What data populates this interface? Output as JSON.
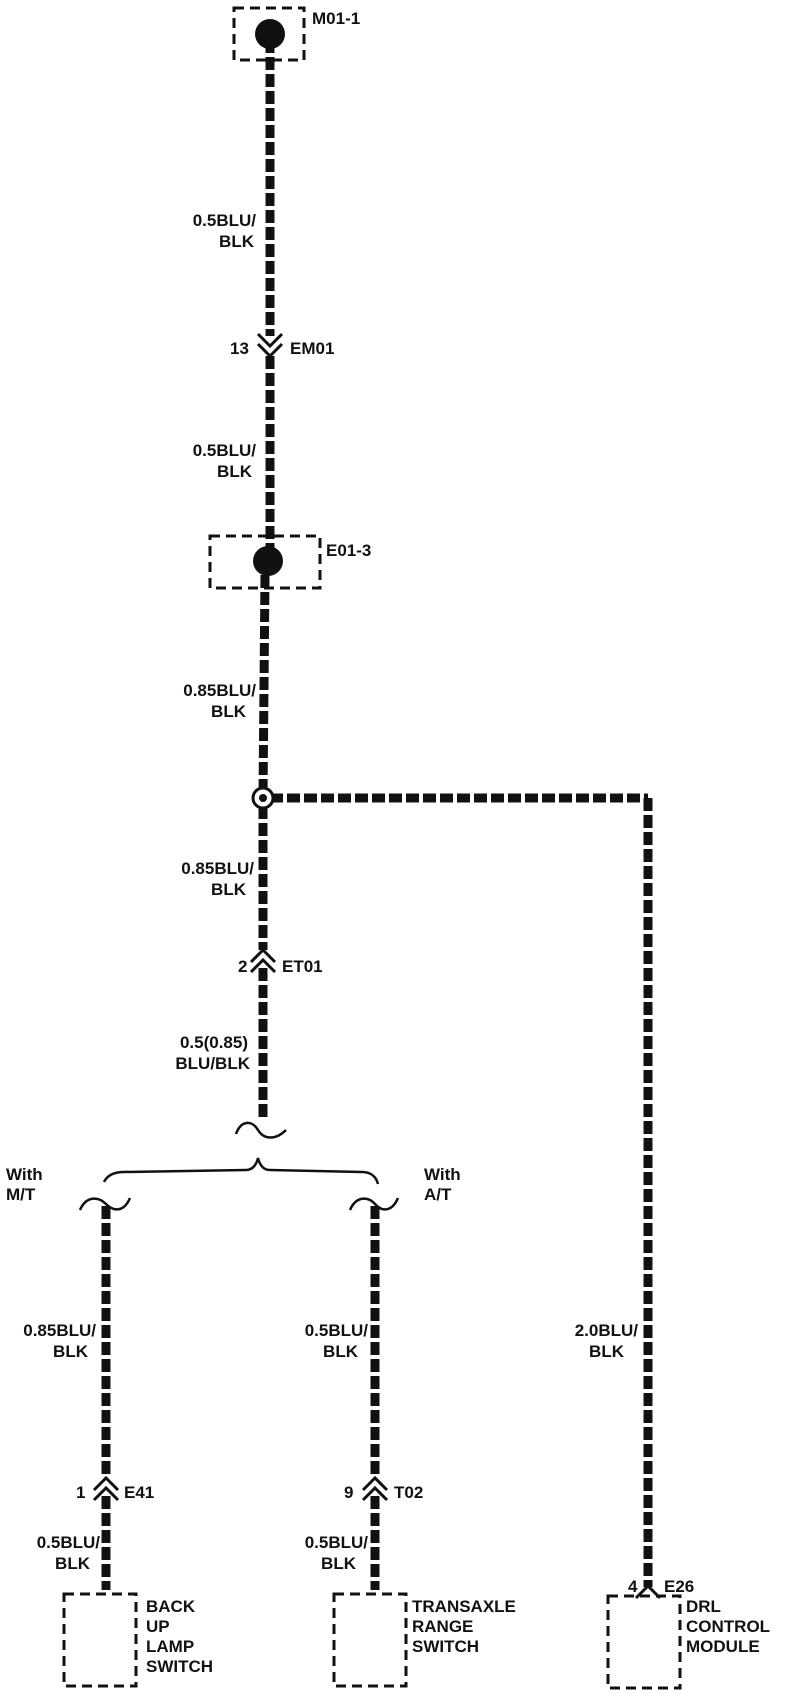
{
  "colors": {
    "ink": "#111111",
    "background": "#ffffff"
  },
  "labels": {
    "m01_1": "M01-1",
    "em01": "EM01",
    "em01_pin": "13",
    "e01_3": "E01-3",
    "et01": "ET01",
    "et01_pin": "2",
    "e41": "E41",
    "e41_pin": "1",
    "t02": "T02",
    "t02_pin": "9",
    "e26": "E26",
    "e26_pin": "4",
    "with_mt_1": "With",
    "with_mt_2": "M/T",
    "with_at_1": "With",
    "with_at_2": "A/T"
  },
  "wires": {
    "w1_a": "0.5BLU/",
    "w1_b": "BLK",
    "w2_a": "0.5BLU/",
    "w2_b": "BLK",
    "w3_a": "0.85BLU/",
    "w3_b": "BLK",
    "w4_a": "0.85BLU/",
    "w4_b": "BLK",
    "w5_a": "0.5(0.85)",
    "w5_b": "BLU/BLK",
    "w6_a": "0.85BLU/",
    "w6_b": "BLK",
    "w7_a": "0.5BLU/",
    "w7_b": "BLK",
    "w8_a": "2.0BLU/",
    "w8_b": "BLK",
    "w9_a": "0.5BLU/",
    "w9_b": "BLK",
    "w10_a": "0.5BLU/",
    "w10_b": "BLK"
  },
  "components": {
    "backup_1": "BACK",
    "backup_2": "UP",
    "backup_3": "LAMP",
    "backup_4": "SWITCH",
    "transaxle_1": "TRANSAXLE",
    "transaxle_2": "RANGE",
    "transaxle_3": "SWITCH",
    "drl_1": "DRL",
    "drl_2": "CONTROL",
    "drl_3": "MODULE"
  }
}
